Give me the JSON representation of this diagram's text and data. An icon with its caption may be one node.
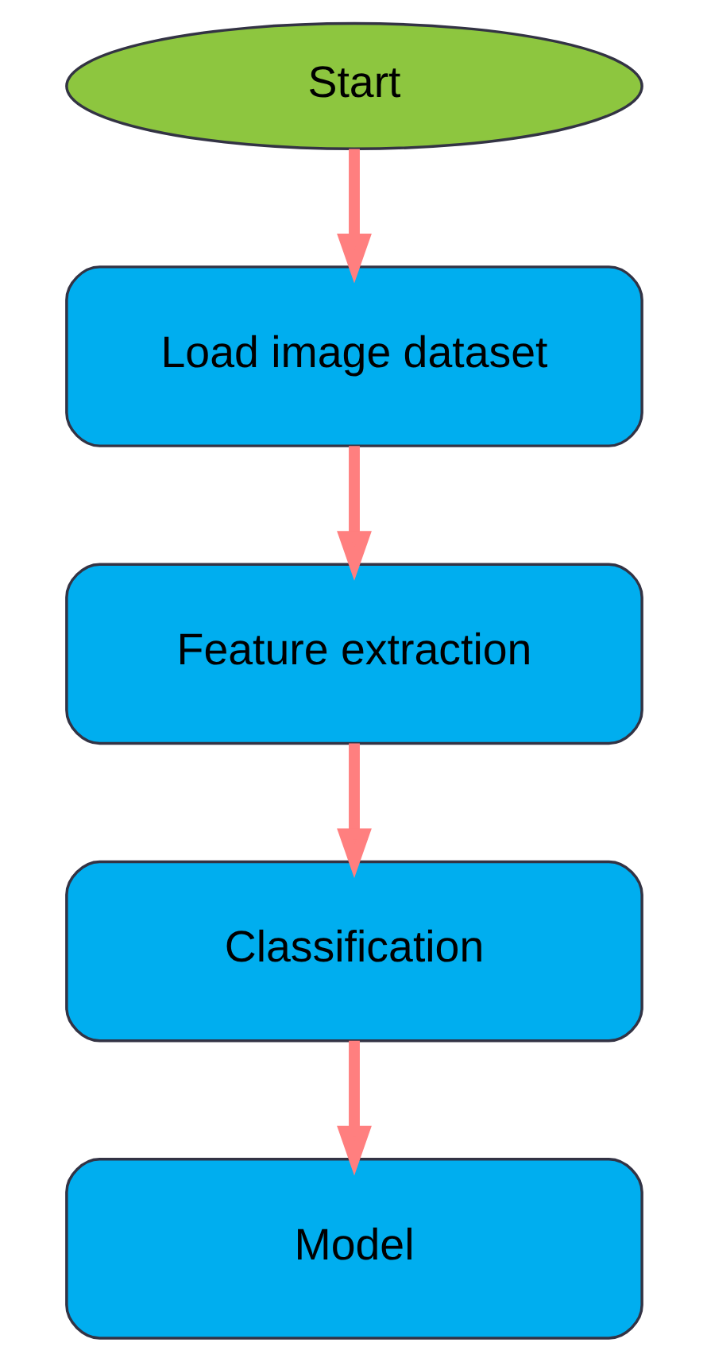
{
  "diagram": {
    "nodes": [
      {
        "text": [
          "Start"
        ]
      },
      {
        "text": [
          "Load image dataset"
        ]
      },
      {
        "text": [
          "Feature extraction"
        ]
      },
      {
        "text": [
          "Classification"
        ]
      },
      {
        "text": [
          "Model"
        ]
      }
    ],
    "edges": [
      {
        "from": 0,
        "to": 1,
        "arrow": "to"
      },
      {
        "from": 1,
        "to": 2,
        "arrow": "to"
      },
      {
        "from": 2,
        "to": 3,
        "arrow": "to"
      },
      {
        "from": 3,
        "to": 4,
        "arrow": "to"
      }
    ]
  }
}
